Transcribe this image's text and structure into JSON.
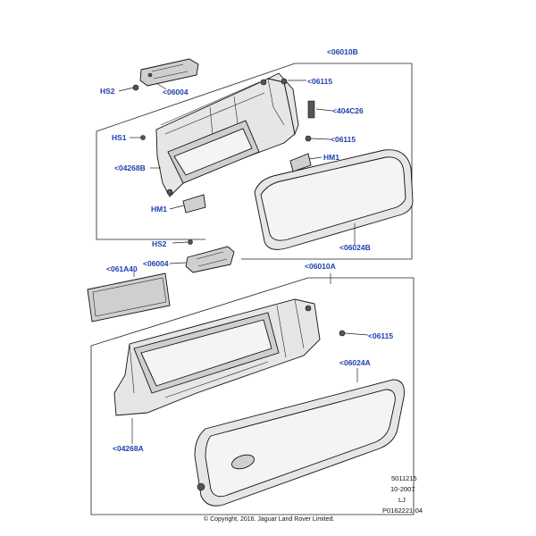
{
  "labels": {
    "l06010B": "<06010B",
    "hs2_top": "HS2",
    "l06004_top": "<06004",
    "l06115_a": "<06115",
    "l404C26": "<404C26",
    "hs1": "HS1",
    "l06115_b": "<06115",
    "hm1_right": "HM1",
    "l04268B": "<04268B",
    "hm1_left": "HM1",
    "l06024B": "<06024B",
    "hs2_mid": "HS2",
    "l06004_mid": "<06004",
    "l061A40": "<061A40",
    "l06010A": "<06010A",
    "l06115_c": "<06115",
    "l06024A": "<06024A",
    "l04268A": "<04268A"
  },
  "meta": {
    "line1": "5011215",
    "line2": "10-2007",
    "line3": "LJ",
    "line4": "P0162221-04"
  },
  "copyright": "© Copyright, 2016. Jaguar Land Rover Limited."
}
